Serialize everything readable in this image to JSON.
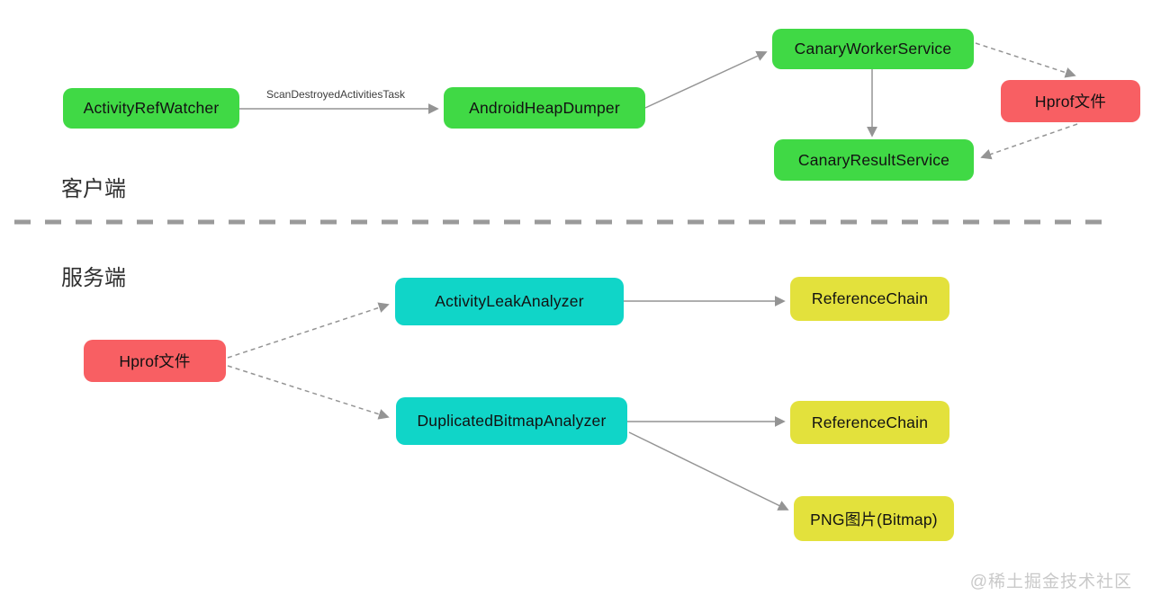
{
  "diagram": {
    "title_context": "LeakCanary-style heap analysis architecture",
    "sections": {
      "client_label": "客户端",
      "server_label": "服务端"
    },
    "nodes": {
      "activity_ref_watcher": "ActivityRefWatcher",
      "android_heap_dumper": "AndroidHeapDumper",
      "canary_worker_service": "CanaryWorkerService",
      "canary_result_service": "CanaryResultService",
      "hprof_file_top": "Hprof文件",
      "hprof_file_bottom": "Hprof文件",
      "activity_leak_analyzer": "ActivityLeakAnalyzer",
      "duplicated_bitmap_analyzer": "DuplicatedBitmapAnalyzer",
      "reference_chain_top": "ReferenceChain",
      "reference_chain_bottom": "ReferenceChain",
      "png_bitmap": "PNG图片(Bitmap)"
    },
    "edge_labels": {
      "scan_task": "ScanDestroyedActivitiesTask"
    },
    "edges": [
      {
        "from": "activity_ref_watcher",
        "to": "android_heap_dumper",
        "style": "solid",
        "label": "ScanDestroyedActivitiesTask"
      },
      {
        "from": "android_heap_dumper",
        "to": "canary_worker_service",
        "style": "solid"
      },
      {
        "from": "canary_worker_service",
        "to": "canary_result_service",
        "style": "solid"
      },
      {
        "from": "canary_worker_service",
        "to": "hprof_file_top",
        "style": "dashed"
      },
      {
        "from": "hprof_file_top",
        "to": "canary_result_service",
        "style": "dashed"
      },
      {
        "from": "hprof_file_bottom",
        "to": "activity_leak_analyzer",
        "style": "dashed"
      },
      {
        "from": "hprof_file_bottom",
        "to": "duplicated_bitmap_analyzer",
        "style": "dashed"
      },
      {
        "from": "activity_leak_analyzer",
        "to": "reference_chain_top",
        "style": "solid"
      },
      {
        "from": "duplicated_bitmap_analyzer",
        "to": "reference_chain_bottom",
        "style": "solid"
      },
      {
        "from": "duplicated_bitmap_analyzer",
        "to": "png_bitmap",
        "style": "solid"
      }
    ],
    "colors": {
      "green": "#40d945",
      "red": "#f85f63",
      "cyan": "#10d5c8",
      "yellow": "#e3e13c",
      "arrow": "#949494",
      "divider": "#9a9a9a"
    },
    "watermark": "@稀土掘金技术社区"
  }
}
